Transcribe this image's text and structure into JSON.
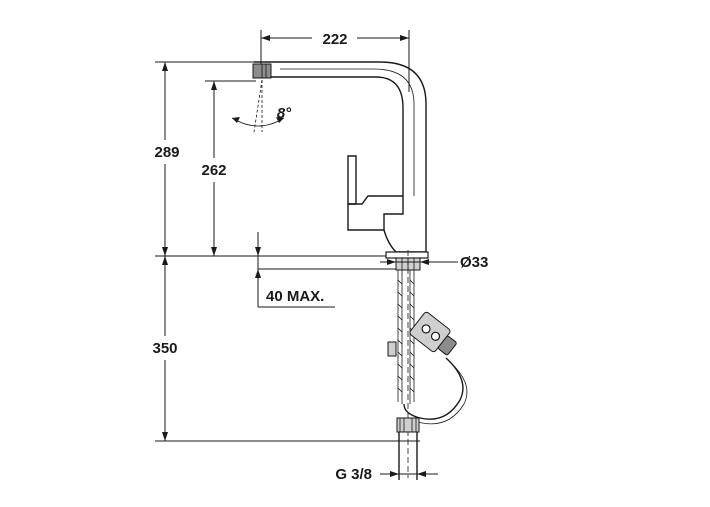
{
  "dimensions": {
    "spout_reach": "222",
    "total_height": "289",
    "spout_height": "262",
    "swivel_angle": "8°",
    "hole_diameter": "Ø33",
    "deck_thickness": "40 MAX.",
    "hose_length": "350",
    "connection_thread": "G 3/8"
  }
}
